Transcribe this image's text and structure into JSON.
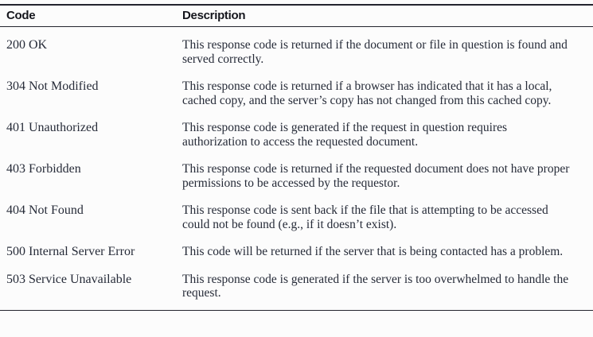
{
  "table": {
    "columns": [
      {
        "id": "code",
        "label": "Code"
      },
      {
        "id": "description",
        "label": "Description"
      }
    ],
    "rows": [
      {
        "code": "200 OK",
        "description": "This response code is returned if the document or file in question is found and served correctly."
      },
      {
        "code": "304 Not Modified",
        "description": "This response code is returned if a browser has indicated that it has a local, cached copy, and the server’s copy has not changed from this cached copy."
      },
      {
        "code": "401 Unauthorized",
        "description": "This response code is generated if the request in question requires authorization to access the requested document."
      },
      {
        "code": "403 Forbidden",
        "description": "This response code is returned if the requested document does not have proper permissions to be accessed by the requestor."
      },
      {
        "code": "404 Not Found",
        "description": "This response code is sent back if the file that is attempting to be accessed could not be found (e.g., if it doesn’t exist)."
      },
      {
        "code": "500 Internal Server Error",
        "description": "This code will be returned if the server that is being contacted has a problem."
      },
      {
        "code": "503 Service Unavailable",
        "description": "This response code is generated if the server is too overwhelmed to handle the request."
      }
    ]
  },
  "colors": {
    "background": "#fcfcfc",
    "text": "#262b38",
    "header_text": "#15161d",
    "rule": "#23242e"
  }
}
